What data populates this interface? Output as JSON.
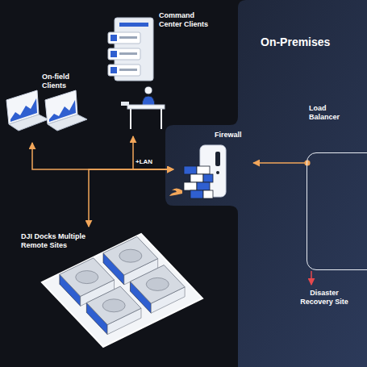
{
  "diagram": {
    "nodes": [
      {
        "text": [
          "On-field Clients"
        ]
      },
      {
        "text": [
          "Command Center Clients"
        ]
      },
      {
        "text": [
          "Firewall"
        ]
      },
      {
        "text": [
          "On-Premises"
        ]
      },
      {
        "text": [
          "Load Balancer"
        ],
        "in": 3
      },
      {
        "text": [
          "Disaster Recovery Site"
        ],
        "in": 3
      },
      {
        "text": [
          "DJI Docks Multiple Remote Sites"
        ]
      }
    ],
    "edges": [
      {
        "from": 0,
        "to": 2,
        "arrow": "both"
      },
      {
        "from": 1,
        "to": 2,
        "label": "+LAN",
        "arrow": "both"
      },
      {
        "from": 6,
        "to": 2,
        "arrow": "both"
      },
      {
        "from": 4,
        "to": 2,
        "arrow": "to"
      },
      {
        "from": 4,
        "to": 5,
        "arrow": "to"
      }
    ]
  }
}
